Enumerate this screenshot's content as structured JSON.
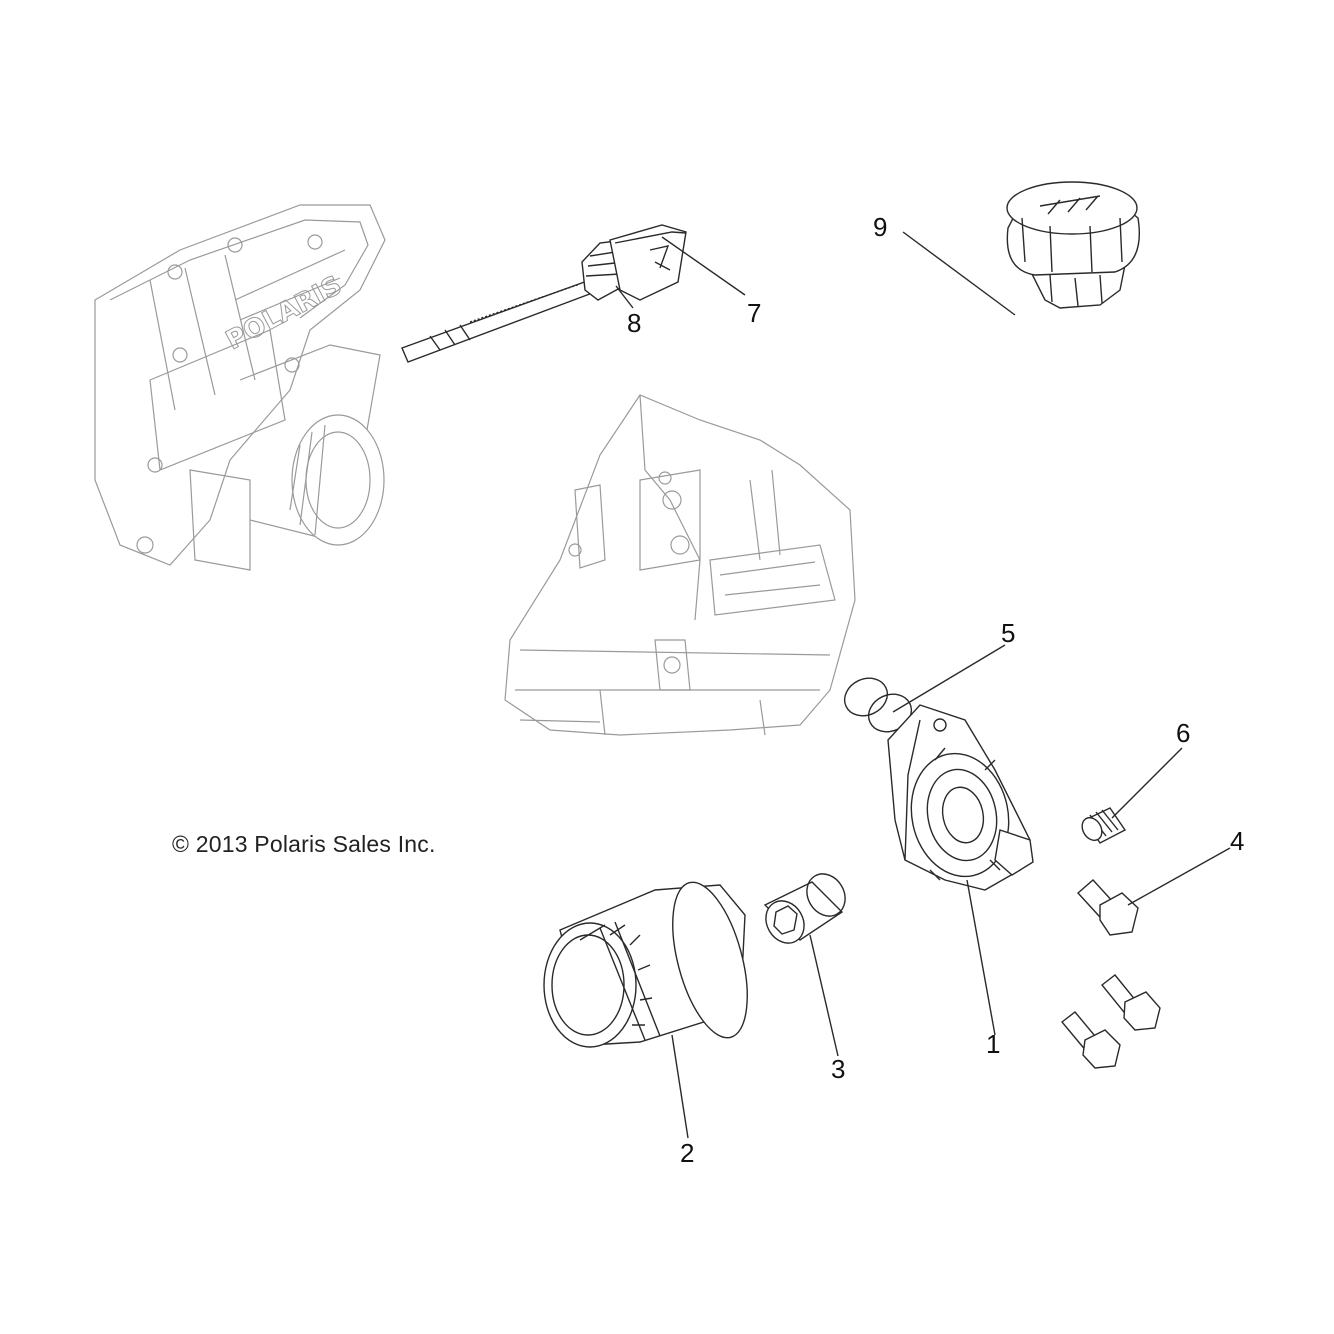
{
  "diagram": {
    "copyright": "© 2013 Polaris Sales Inc.",
    "callouts": [
      "1",
      "2",
      "3",
      "4",
      "5",
      "6",
      "7",
      "8",
      "9"
    ],
    "colors": {
      "line": "#2a2a2a",
      "ghost": "#9a9a9a",
      "background": "#ffffff"
    }
  }
}
